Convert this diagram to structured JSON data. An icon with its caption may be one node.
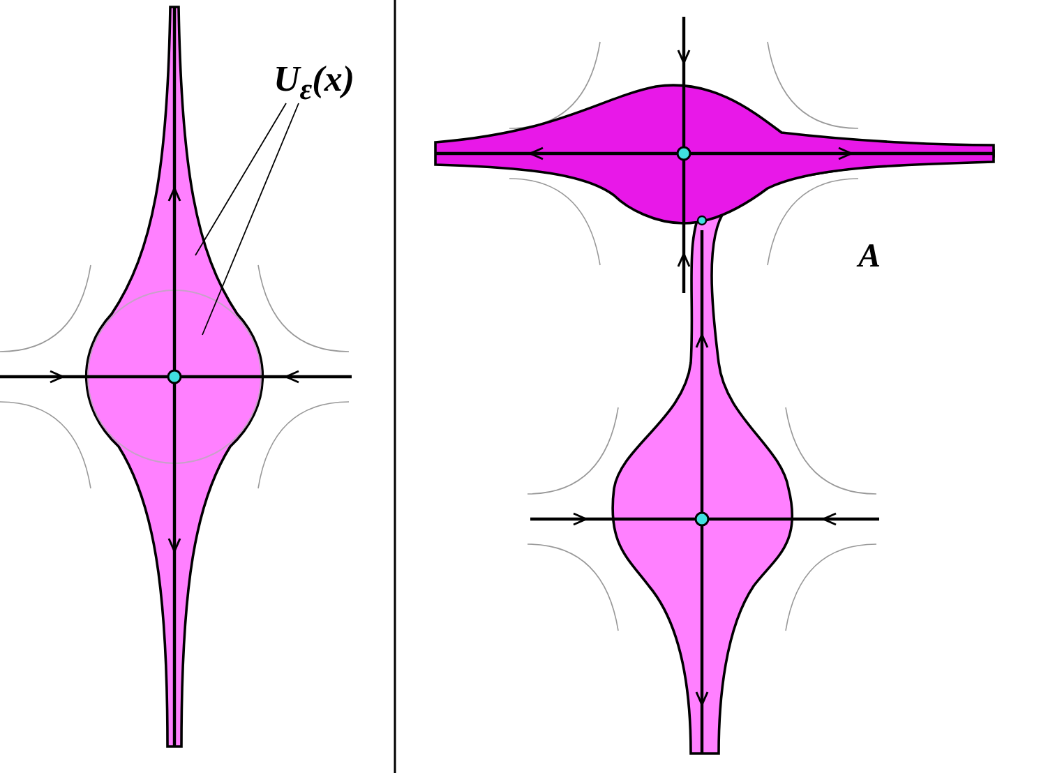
{
  "diagram": {
    "nodes": [
      {
        "text": [
          "U$_{ε}$(x)"
        ]
      },
      {
        "text": [],
        "shape": "region"
      },
      {
        "text": [],
        "shape": "region",
        "in": 1
      }
    ],
    "edges": [
      {
        "from": 0,
        "to": 1,
        "arrow": "none"
      },
      {
        "from": 0,
        "to": 2,
        "arrow": "none"
      }
    ],
    "labels": [
      "A"
    ]
  }
}
